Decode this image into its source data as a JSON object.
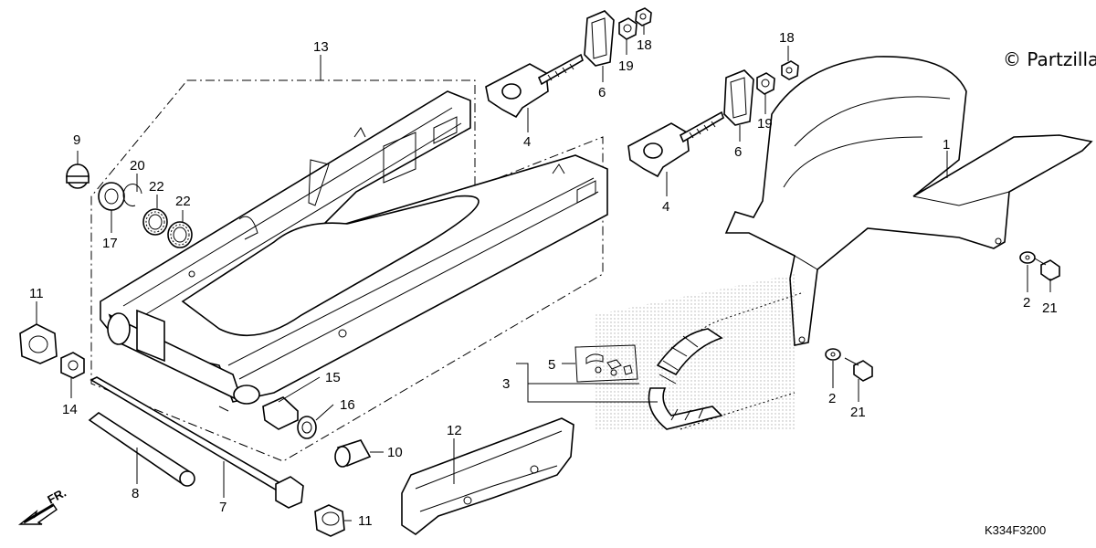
{
  "diagram": {
    "watermark": "© Partzilla",
    "diagram_code": "K334F3200",
    "direction_label": "FR.",
    "callouts": {
      "c1": "1",
      "c2a": "2",
      "c2b": "2",
      "c3": "3",
      "c4a": "4",
      "c4b": "4",
      "c5": "5",
      "c6a": "6",
      "c6b": "6",
      "c7": "7",
      "c8": "8",
      "c9": "9",
      "c10": "10",
      "c11a": "11",
      "c11b": "11",
      "c12": "12",
      "c13": "13",
      "c14": "14",
      "c15": "15",
      "c16": "16",
      "c17": "17",
      "c18a": "18",
      "c18b": "18",
      "c19a": "19",
      "c19b": "19",
      "c20": "20",
      "c21a": "21",
      "c21b": "21",
      "c22a": "22",
      "c22b": "22"
    }
  }
}
